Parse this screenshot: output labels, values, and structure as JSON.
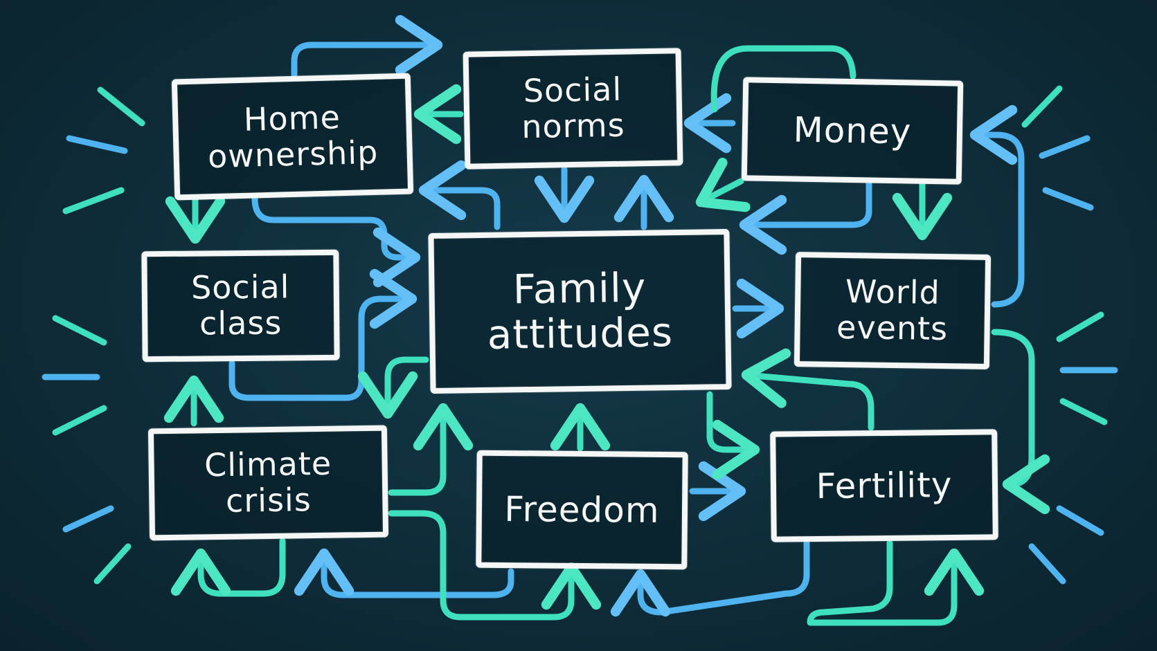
{
  "diagram": {
    "nodes": [
      {
        "id": "home",
        "label": "Home\nownership"
      },
      {
        "id": "norms",
        "label": "Social\nnorms"
      },
      {
        "id": "money",
        "label": "Money"
      },
      {
        "id": "class",
        "label": "Social\nclass"
      },
      {
        "id": "family",
        "label": "Family\nattitudes"
      },
      {
        "id": "world",
        "label": "World\nevents"
      },
      {
        "id": "climate",
        "label": "Climate\ncrisis"
      },
      {
        "id": "freedom",
        "label": "Freedom"
      },
      {
        "id": "fertility",
        "label": "Fertility"
      }
    ],
    "edges": [
      {
        "from": "home",
        "to": "norms"
      },
      {
        "from": "norms",
        "to": "home"
      },
      {
        "from": "money",
        "to": "norms"
      },
      {
        "from": "money",
        "to": "money"
      },
      {
        "from": "norms",
        "to": "family"
      },
      {
        "from": "family",
        "to": "norms"
      },
      {
        "from": "family",
        "to": "home"
      },
      {
        "from": "money",
        "to": "family"
      },
      {
        "from": "money",
        "to": "world"
      },
      {
        "from": "world",
        "to": "money"
      },
      {
        "from": "home",
        "to": "class"
      },
      {
        "from": "home",
        "to": "family"
      },
      {
        "from": "class",
        "to": "family"
      },
      {
        "from": "family",
        "to": "world"
      },
      {
        "from": "family",
        "to": "climate"
      },
      {
        "from": "climate",
        "to": "class"
      },
      {
        "from": "climate",
        "to": "family"
      },
      {
        "from": "freedom",
        "to": "family"
      },
      {
        "from": "freedom",
        "to": "fertility"
      },
      {
        "from": "family",
        "to": "fertility"
      },
      {
        "from": "fertility",
        "to": "family"
      },
      {
        "from": "world",
        "to": "fertility"
      },
      {
        "from": "climate",
        "to": "freedom"
      },
      {
        "from": "freedom",
        "to": "climate"
      },
      {
        "from": "fertility",
        "to": "freedom"
      }
    ],
    "colors": {
      "background": "#0d2a35",
      "chalk": "#f4f7f6",
      "arrow_blue": "#4fb3f0",
      "arrow_teal": "#3fe0bd"
    }
  }
}
